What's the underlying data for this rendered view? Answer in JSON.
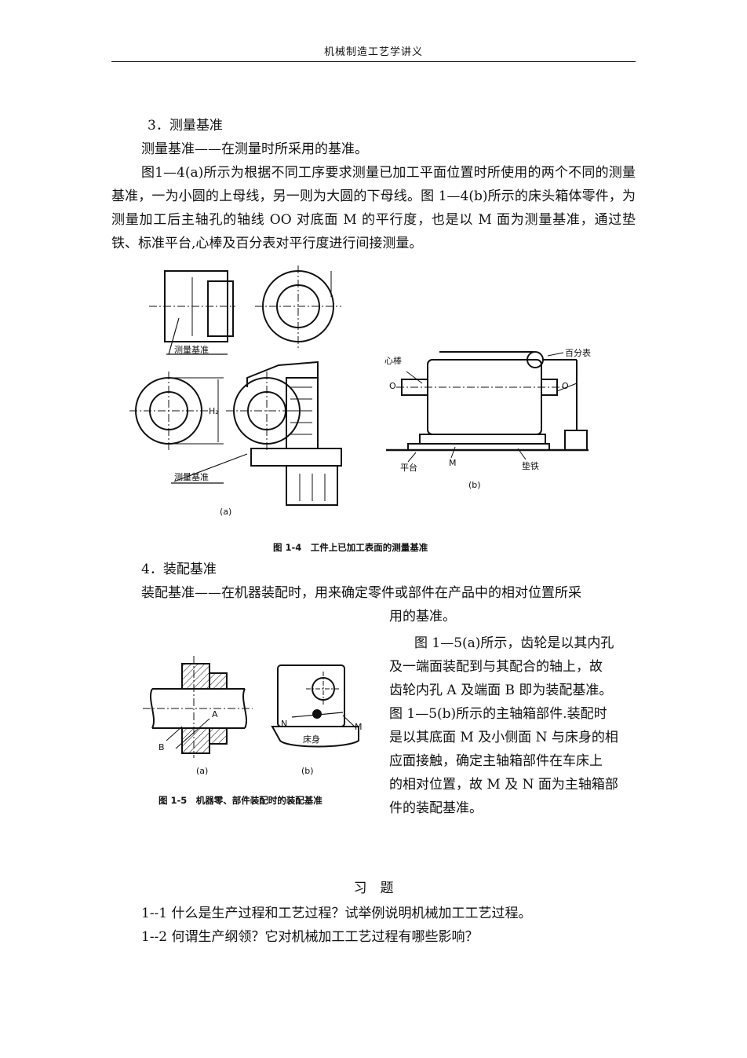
{
  "header": {
    "title": "机械制造工艺学讲义"
  },
  "section3": {
    "heading": "3．测量基准",
    "definition": "测量基准——在测量时所采用的基准。",
    "paragraph": "图1—4(a)所示为根据不同工序要求测量已加工平面位置时所使用的两个不同的测量基准，一为小圆的上母线，另一则为大圆的下母线。图 1—4(b)所示的床头箱体零件，为测量加工后主轴孔的轴线 OO 对底面 M 的平行度，也是以 M 面为测量基准，通过垫铁、标准平台,心棒及百分表对平行度进行间接测量。"
  },
  "figure14": {
    "label_measure_datum_top": "测量基准",
    "label_measure_datum_bottom": "测量基准",
    "label_h2": "H₂",
    "label_a": "(a)",
    "label_mandrel": "心棒",
    "label_dial": "百分表",
    "label_o_left": "O",
    "label_o_right": "O",
    "label_platform": "平台",
    "label_m": "M",
    "label_shim": "垫铁",
    "label_b": "(b)",
    "caption": "图 1-4　工件上已加工表面的测量基准"
  },
  "section4": {
    "heading": "4．装配基准",
    "definition_part1": "装配基准——在机器装配时，用来确定零件或部件在产品中的相对位置所采",
    "definition_part2": "用的基准。",
    "paragraph_lines": [
      "图 1—5(a)所示，齿轮是以其内孔",
      "及一端面装配到与其配合的轴上，故",
      "齿轮内孔 A 及端面 B 即为装配基准。",
      "图 1—5(b)所示的主轴箱部件.装配时",
      "是以其底面 M 及小侧面 N 与床身的相",
      "应面接触，确定主轴箱部件在车床上",
      "的相对位置，故 M 及 N 面为主轴箱部",
      "件的装配基准。"
    ]
  },
  "figure15": {
    "label_A": "A",
    "label_B": "B",
    "label_N": "N",
    "label_M": "M",
    "label_bed": "床身",
    "label_a": "(a)",
    "label_b": "(b)",
    "caption": "图 1-5　机器零、部件装配时的装配基准"
  },
  "exercises": {
    "title": "习　题",
    "items": [
      "1--1 什么是生产过程和工艺过程？试举例说明机械加工工艺过程。",
      "1--2 何谓生产纲领？它对机械加工工艺过程有哪些影响？"
    ]
  }
}
